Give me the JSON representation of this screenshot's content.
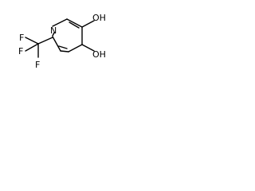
{
  "molecule": {
    "atoms": {
      "nitrogen": "N",
      "fluorine_1": "F",
      "fluorine_2": "F",
      "fluorine_3": "F",
      "hydroxyl_top": "OH",
      "hydroxyl_bottom": "OH"
    }
  }
}
